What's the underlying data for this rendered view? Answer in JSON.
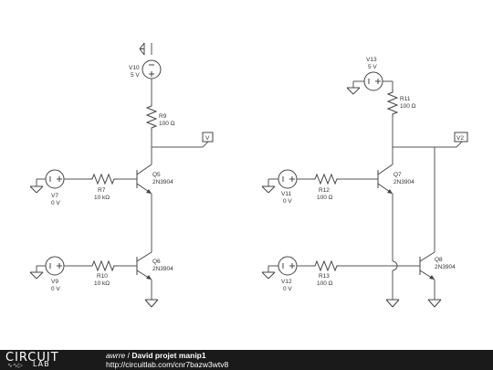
{
  "circuit": {
    "sources": [
      {
        "id": "v10",
        "name": "V10",
        "value": "5 V"
      },
      {
        "id": "v13",
        "name": "V13",
        "value": "5 V"
      },
      {
        "id": "v7",
        "name": "V7",
        "value": "0 V"
      },
      {
        "id": "v9",
        "name": "V9",
        "value": "0 V"
      },
      {
        "id": "v11",
        "name": "V11",
        "value": "0 V"
      },
      {
        "id": "v12",
        "name": "V12",
        "value": "0 V"
      }
    ],
    "resistors": [
      {
        "id": "r9",
        "name": "R9",
        "value": "100 Ω"
      },
      {
        "id": "r7",
        "name": "R7",
        "value": "10 kΩ"
      },
      {
        "id": "r10",
        "name": "R10",
        "value": "10 kΩ"
      },
      {
        "id": "r11",
        "name": "R11",
        "value": "100 Ω"
      },
      {
        "id": "r12",
        "name": "R12",
        "value": "100 Ω"
      },
      {
        "id": "r13",
        "name": "R13",
        "value": "100 Ω"
      }
    ],
    "transistors": [
      {
        "id": "q5",
        "name": "Q5",
        "part": "2N3904"
      },
      {
        "id": "q6",
        "name": "Q6",
        "part": "2N3904"
      },
      {
        "id": "q7",
        "name": "Q7",
        "part": "2N3904"
      },
      {
        "id": "q8",
        "name": "Q8",
        "part": "2N3904"
      }
    ],
    "probes": [
      {
        "id": "v",
        "label": "V"
      },
      {
        "id": "v2",
        "label": "V2"
      }
    ]
  },
  "footer": {
    "logo_top": "CIRCUIT",
    "logo_bottom": "LAB",
    "author": "awrre",
    "separator": " / ",
    "project_title": "David projet manip1",
    "url": "http://circuitlab.com/cnr7bazw3wtv8"
  }
}
